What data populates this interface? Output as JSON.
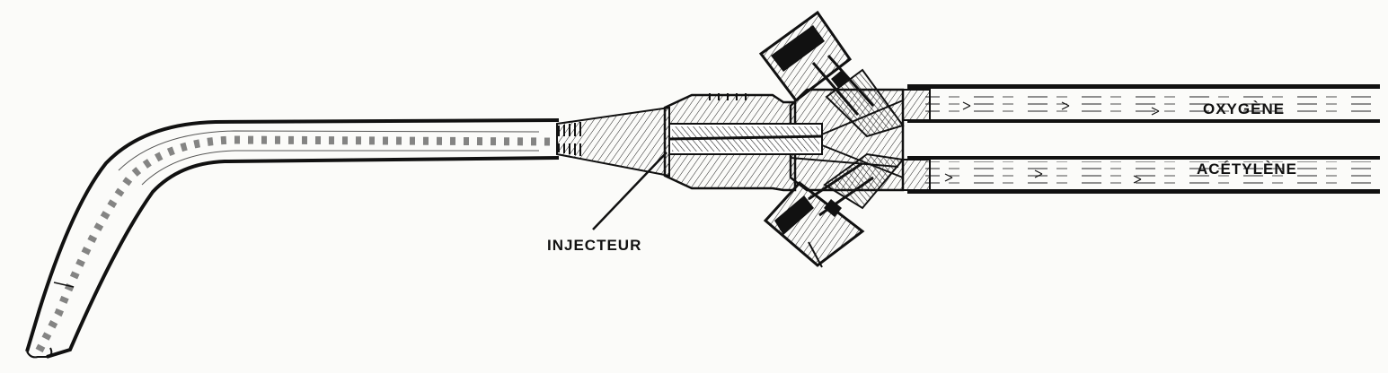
{
  "diagram": {
    "labels": {
      "oxygen": "OXYGÈNE",
      "acetylene": "ACÉTYLÈNE",
      "injector": "INJECTEUR"
    },
    "colors": {
      "ink": "#111111",
      "paper": "#fbfbf9"
    }
  }
}
